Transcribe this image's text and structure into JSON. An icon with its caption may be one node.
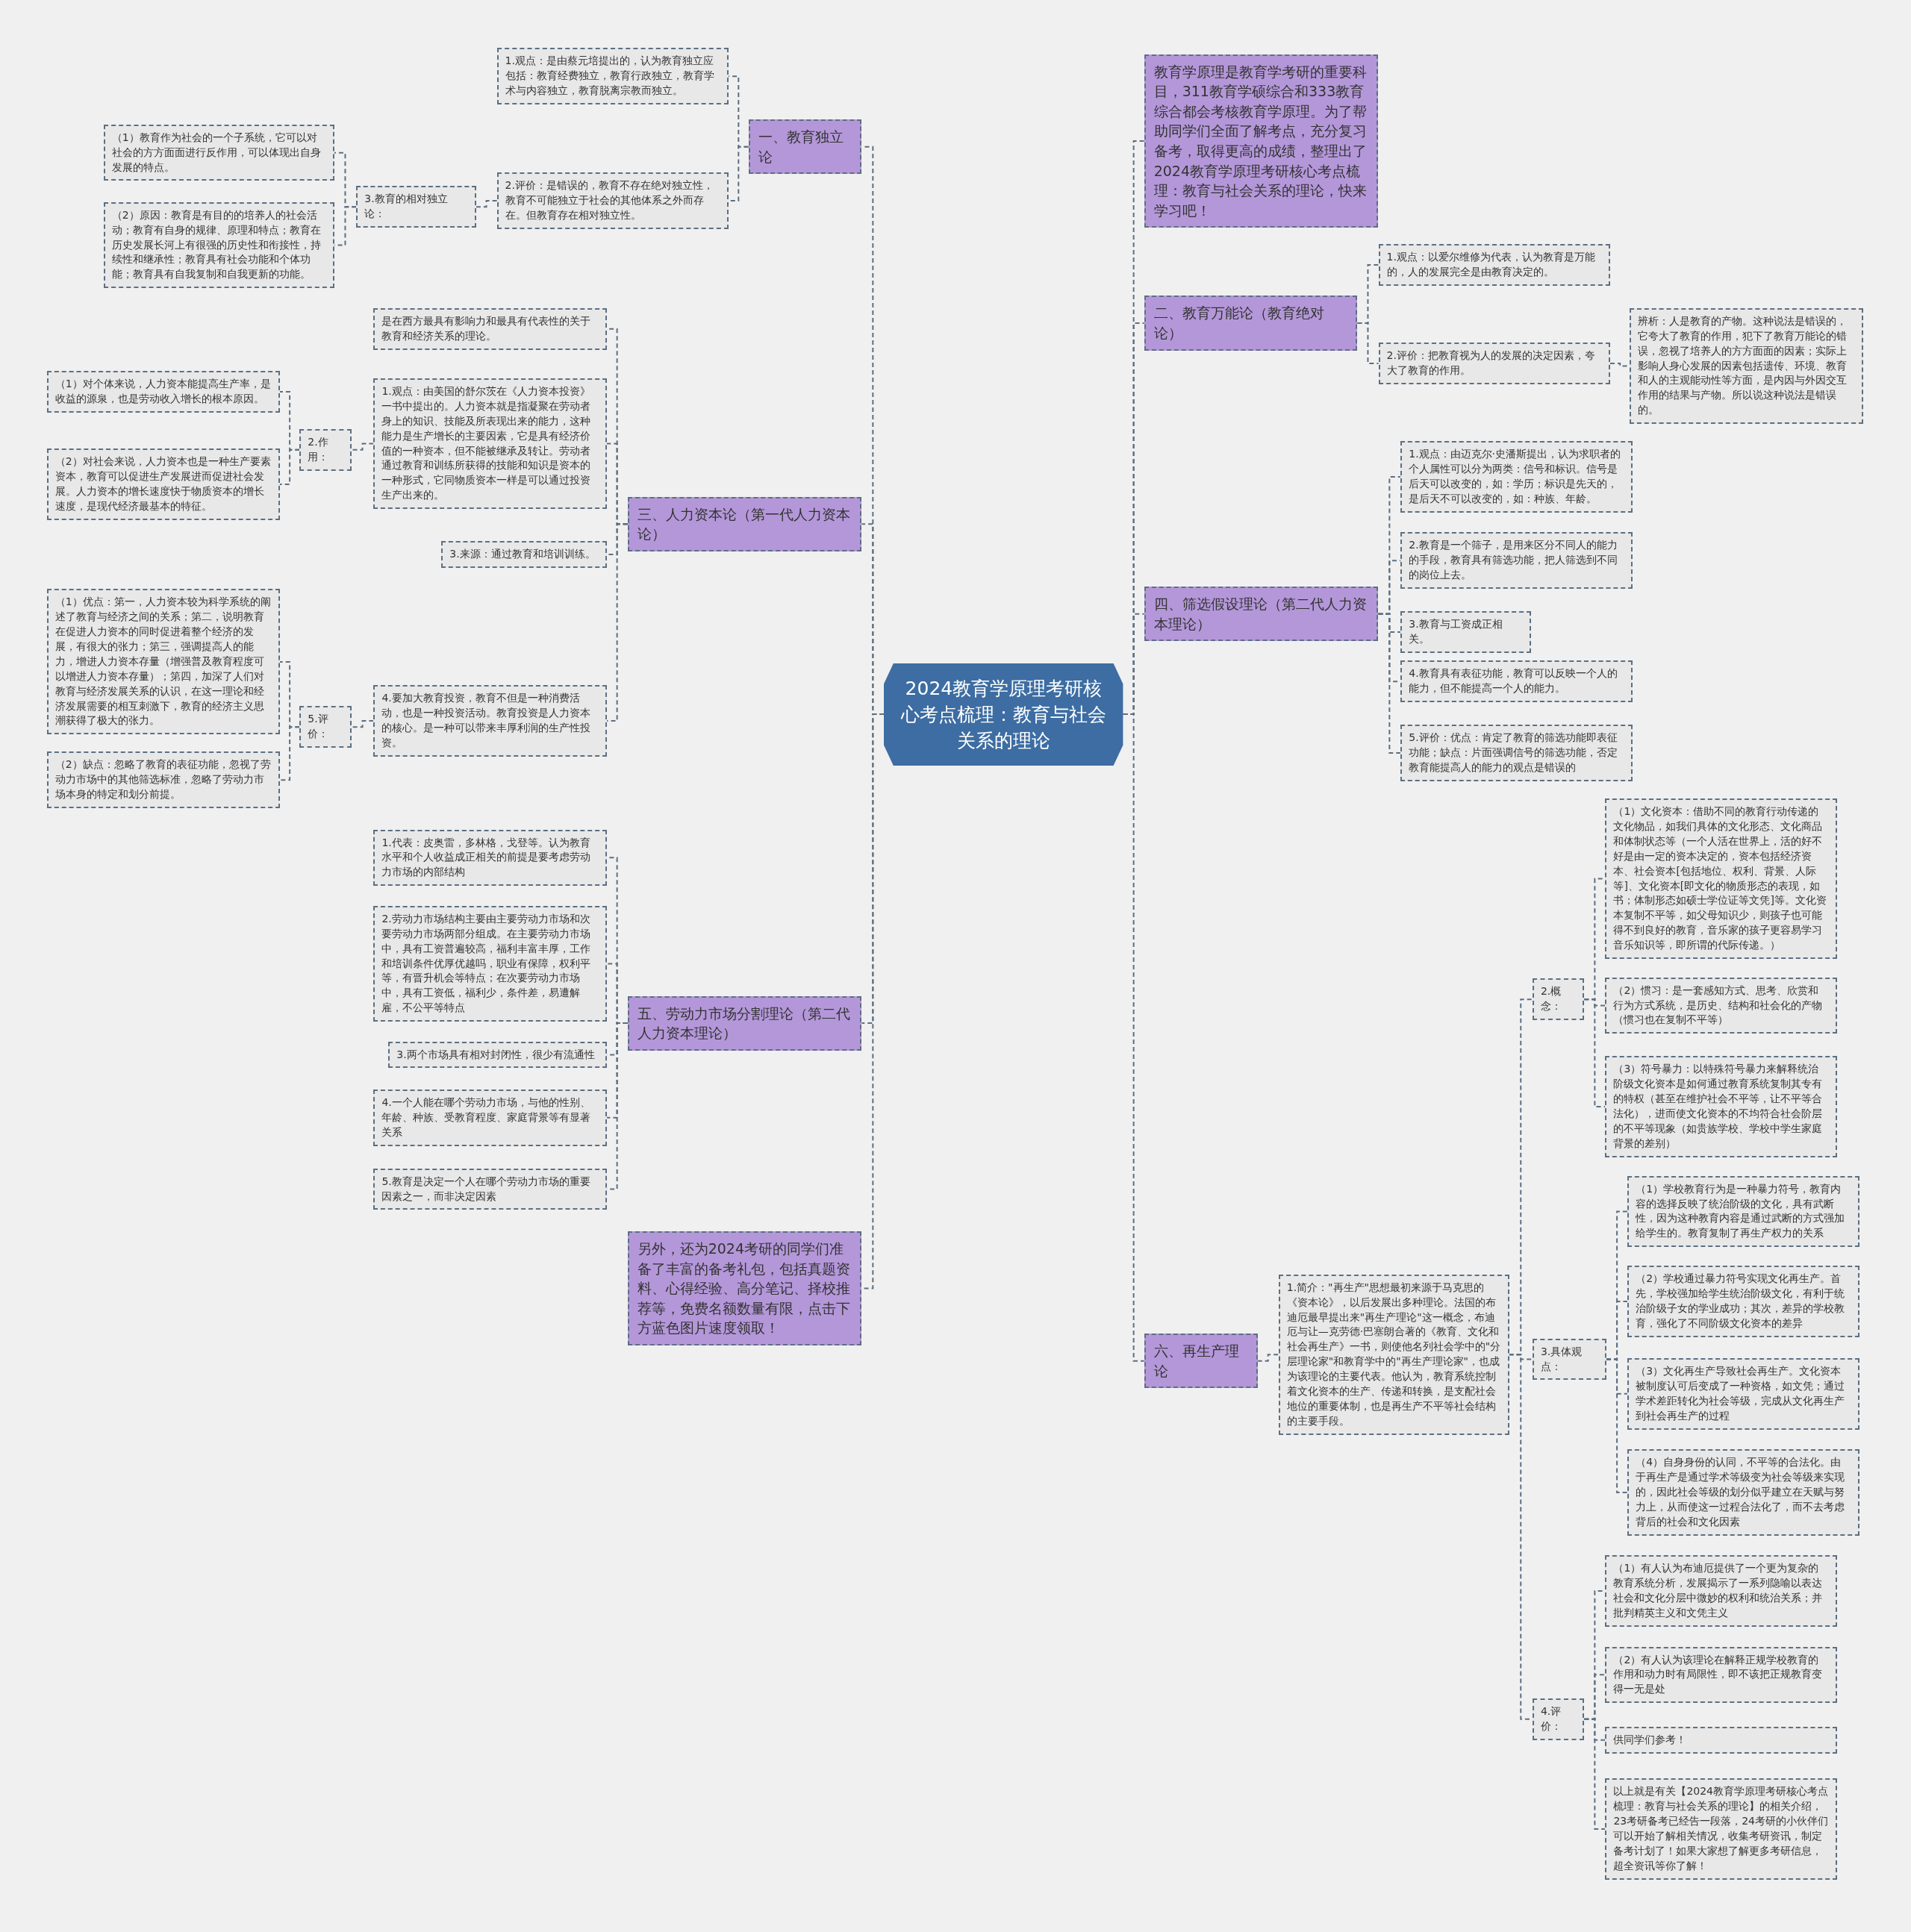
{
  "diagram": {
    "nodes": [
      {
        "text": [
          "2024教育学原理考研核心考点梳理：教育与社会关系的理论"
        ]
      },
      {
        "text": [
          "一、教育独立论"
        ]
      },
      {
        "text": [
          "1.观点：是由蔡元培提出的，认为教育独立应包括：教育经费独立，教育行政独立，教育学术与内容独立，教育脱离宗教而独立。"
        ]
      },
      {
        "text": [
          "2.评价：是错误的，教育不存在绝对独立性，教育不可能独立于社会的其他体系之外而存在。但教育存在相对独立性。"
        ]
      },
      {
        "text": [
          "3.教育的相对独立论："
        ]
      },
      {
        "text": [
          "（1）教育作为社会的一个子系统，它可以对社会的方方面面进行反作用，可以体现出自身发展的特点。"
        ]
      },
      {
        "text": [
          "（2）原因：教育是有目的的培养人的社会活动；教育有自身的规律、原理和特点；教育在历史发展长河上有很强的历史性和衔接性，持续性和继承性；教育具有社会功能和个体功能；教育具有自我复制和自我更新的功能。"
        ]
      },
      {
        "text": [
          "三、人力资本论（第一代人力资本论）"
        ]
      },
      {
        "text": [
          "是在西方最具有影响力和最具有代表性的关于教育和经济关系的理论。"
        ]
      },
      {
        "text": [
          "1.观点：由美国的舒尔茨在《人力资本投资》一书中提出的。人力资本就是指凝聚在劳动者身上的知识、技能及所表现出来的能力，这种能力是生产增长的主要因素，它是具有经济价值的一种资本，但不能被继承及转让。劳动者通过教育和训练所获得的技能和知识是资本的一种形式，它同物质资本一样是可以通过投资生产出来的。"
        ]
      },
      {
        "text": [
          "2.作用："
        ]
      },
      {
        "text": [
          "（1）对个体来说，人力资本能提高生产率，是收益的源泉，也是劳动收入增长的根本原因。"
        ]
      },
      {
        "text": [
          "（2）对社会来说，人力资本也是一种生产要素资本，教育可以促进生产发展进而促进社会发展。人力资本的增长速度快于物质资本的增长速度，是现代经济最基本的特征。"
        ]
      },
      {
        "text": [
          "3.来源：通过教育和培训训练。"
        ]
      },
      {
        "text": [
          "4.要加大教育投资，教育不但是一种消费活动，也是一种投资活动。教育投资是人力资本的核心。是一种可以带来丰厚利润的生产性投资。"
        ]
      },
      {
        "text": [
          "5.评价："
        ]
      },
      {
        "text": [
          "（1）优点：第一，人力资本较为科学系统的阐述了教育与经济之间的关系；第二，说明教育在促进人力资本的同时促进着整个经济的发展，有很大的张力；第三，强调提高人的能力，增进人力资本存量（增强普及教育程度可以增进人力资本存量）；第四，加深了人们对教育与经济发展关系的认识，在这一理论和经济发展需要的相互刺激下，教育的经济主义思潮获得了极大的张力。"
        ]
      },
      {
        "text": [
          "（2）缺点：忽略了教育的表征功能，忽视了劳动力市场中的其他筛选标准，忽略了劳动力市场本身的特定和划分前提。"
        ]
      },
      {
        "text": [
          "五、劳动力市场分割理论（第二代人力资本理论）"
        ]
      },
      {
        "text": [
          "1.代表：皮奥雷，多林格，戈登等。认为教育水平和个人收益成正相关的前提是要考虑劳动力市场的内部结构"
        ]
      },
      {
        "text": [
          "2.劳动力市场结构主要由主要劳动力市场和次要劳动力市场两部分组成。在主要劳动力市场中，具有工资普遍较高，福利丰富丰厚，工作和培训条件优厚优越吗，职业有保障，权利平等，有晋升机会等特点；在次要劳动力市场中，具有工资低，福利少，条件差，易遭解雇，不公平等特点"
        ]
      },
      {
        "text": [
          "3.两个市场具有相对封闭性，很少有流通性"
        ]
      },
      {
        "text": [
          "4.一个人能在哪个劳动力市场，与他的性别、年龄、种族、受教育程度、家庭背景等有显著关系"
        ]
      },
      {
        "text": [
          "5.教育是决定一个人在哪个劳动力市场的重要因素之一，而非决定因素"
        ]
      },
      {
        "text": [
          "另外，还为2024考研的同学们准备了丰富的备考礼包，包括真题资料、心得经验、高分笔记、择校推荐等，免费名额数量有限，点击下方蓝色图片速度领取！"
        ]
      },
      {
        "text": [
          "教育学原理是教育学考研的重要科目，311教育学硕综合和333教育综合都会考核教育学原理。为了帮助同学们全面了解考点，充分复习备考，取得更高的成绩，整理出了2024教育学原理考研核心考点梳理：教育与社会关系的理论，快来学习吧！"
        ]
      },
      {
        "text": [
          "二、教育万能论（教育绝对论）"
        ]
      },
      {
        "text": [
          "1.观点：以爱尔维修为代表，认为教育是万能的，人的发展完全是由教育决定的。"
        ]
      },
      {
        "text": [
          "2.评价：把教育视为人的发展的决定因素，夸大了教育的作用。"
        ]
      },
      {
        "text": [
          "辨析：人是教育的产物。这种说法是错误的，它夸大了教育的作用，犯下了教育万能论的错误，忽视了培养人的方方面面的因素；实际上影响人身心发展的因素包括遗传、环境、教育和人的主观能动性等方面，是内因与外因交互作用的结果与产物。所以说这种说法是错误的。"
        ]
      },
      {
        "text": [
          "四、筛选假设理论（第二代人力资本理论）"
        ]
      },
      {
        "text": [
          "1.观点：由迈克尔·史潘斯提出，认为求职者的个人属性可以分为两类：信号和标识。信号是后天可以改变的，如：学历；标识是先天的，是后天不可以改变的，如：种族、年龄。"
        ]
      },
      {
        "text": [
          "2.教育是一个筛子，是用来区分不同人的能力的手段，教育具有筛选功能，把人筛选到不同的岗位上去。"
        ]
      },
      {
        "text": [
          "3.教育与工资成正相关。"
        ]
      },
      {
        "text": [
          "4.教育具有表征功能，教育可以反映一个人的能力，但不能提高一个人的能力。"
        ]
      },
      {
        "text": [
          "5.评价：优点：肯定了教育的筛选功能即表征功能；缺点：片面强调信号的筛选功能，否定教育能提高人的能力的观点是错误的"
        ]
      },
      {
        "text": [
          "六、再生产理论"
        ]
      },
      {
        "text": [
          "1.简介：\"再生产\"思想最初来源于马克思的《资本论》，以后发展出多种理论。法国的布迪厄最早提出来\"再生产理论\"这一概念，布迪厄与让—克劳德·巴塞朗合著的《教育、文化和社会再生产》一书，则使他名列社会学中的\"分层理论家\"和教育学中的\"再生产理论家\"，也成为该理论的主要代表。他认为，教育系统控制着文化资本的生产、传递和转换，是支配社会地位的重要体制，也是再生产不平等社会结构的主要手段。"
        ]
      },
      {
        "text": [
          "2.概念："
        ]
      },
      {
        "text": [
          "（1）文化资本：借助不同的教育行动传递的文化物品，如我们具体的文化形态、文化商品和体制状态等（一个人活在世界上，活的好不好是由一定的资本决定的，资本包括经济资本、社会资本[包括地位、权利、背景、人际等]、文化资本[即文化的物质形态的表现，如书；体制形态如硕士学位证等文凭]等。文化资本复制不平等，如父母知识少，则孩子也可能得不到良好的教育，音乐家的孩子更容易学习音乐知识等，即所谓的代际传递。）"
        ]
      },
      {
        "text": [
          "（2）惯习：是一套感知方式、思考、欣赏和行为方式系统，是历史、结构和社会化的产物（惯习也在复制不平等）"
        ]
      },
      {
        "text": [
          "（3）符号暴力：以特殊符号暴力来解释统治阶级文化资本是如何通过教育系统复制其专有的特权（甚至在维护社会不平等，让不平等合法化），进而使文化资本的不均符合社会阶层的不平等现象（如贵族学校、学校中学生家庭背景的差别）"
        ]
      },
      {
        "text": [
          "3.具体观点："
        ]
      },
      {
        "text": [
          "（1）学校教育行为是一种暴力符号，教育内容的选择反映了统治阶级的文化，具有武断性，因为这种教育内容是通过武断的方式强加给学生的。教育复制了再生产权力的关系"
        ]
      },
      {
        "text": [
          "（2）学校通过暴力符号实现文化再生产。首先，学校强加给学生统治阶级文化，有利于统治阶级子女的学业成功；其次，差异的学校教育，强化了不同阶级文化资本的差异"
        ]
      },
      {
        "text": [
          "（3）文化再生产导致社会再生产。文化资本被制度认可后变成了一种资格，如文凭；通过学术差距转化为社会等级，完成从文化再生产到社会再生产的过程"
        ]
      },
      {
        "text": [
          "（4）自身身份的认同，不平等的合法化。由于再生产是通过学术等级变为社会等级来实现的，因此社会等级的划分似乎建立在天赋与努力上，从而使这一过程合法化了，而不去考虑背后的社会和文化因素"
        ]
      },
      {
        "text": [
          "4.评价："
        ]
      },
      {
        "text": [
          "（1）有人认为布迪厄提供了一个更为复杂的教育系统分析，发展揭示了一系列隐喻以表达社会和文化分层中微妙的权利和统治关系；并批判精英主义和文凭主义"
        ]
      },
      {
        "text": [
          "（2）有人认为该理论在解释正规学校教育的作用和动力时有局限性，即不该把正规教育变得一无是处"
        ]
      },
      {
        "text": [
          "供同学们参考！"
        ]
      },
      {
        "text": [
          "以上就是有关【2024教育学原理考研核心考点梳理：教育与社会关系的理论】的相关介绍，23考研备考已经告一段落，24考研的小伙伴们可以开始了解相关情况，收集考研资讯，制定备考计划了！如果大家想了解更多考研信息，超全资讯等你了解！"
        ]
      }
    ],
    "edges": [
      {
        "from": 0,
        "to": 1,
        "arrow": "none"
      },
      {
        "from": 1,
        "to": 2,
        "arrow": "none"
      },
      {
        "from": 1,
        "to": 3,
        "arrow": "none"
      },
      {
        "from": 3,
        "to": 4,
        "arrow": "none"
      },
      {
        "from": 4,
        "to": 5,
        "arrow": "none"
      },
      {
        "from": 4,
        "to": 6,
        "arrow": "none"
      },
      {
        "from": 0,
        "to": 7,
        "arrow": "none"
      },
      {
        "from": 7,
        "to": 8,
        "arrow": "none"
      },
      {
        "from": 7,
        "to": 9,
        "arrow": "none"
      },
      {
        "from": 9,
        "to": 10,
        "arrow": "none"
      },
      {
        "from": 10,
        "to": 11,
        "arrow": "none"
      },
      {
        "from": 10,
        "to": 12,
        "arrow": "none"
      },
      {
        "from": 7,
        "to": 13,
        "arrow": "none"
      },
      {
        "from": 7,
        "to": 14,
        "arrow": "none"
      },
      {
        "from": 14,
        "to": 15,
        "arrow": "none"
      },
      {
        "from": 15,
        "to": 16,
        "arrow": "none"
      },
      {
        "from": 15,
        "to": 17,
        "arrow": "none"
      },
      {
        "from": 0,
        "to": 18,
        "arrow": "none"
      },
      {
        "from": 18,
        "to": 19,
        "arrow": "none"
      },
      {
        "from": 18,
        "to": 20,
        "arrow": "none"
      },
      {
        "from": 18,
        "to": 21,
        "arrow": "none"
      },
      {
        "from": 18,
        "to": 22,
        "arrow": "none"
      },
      {
        "from": 18,
        "to": 23,
        "arrow": "none"
      },
      {
        "from": 0,
        "to": 24,
        "arrow": "none"
      },
      {
        "from": 0,
        "to": 25,
        "arrow": "none"
      },
      {
        "from": 0,
        "to": 26,
        "arrow": "none"
      },
      {
        "from": 26,
        "to": 27,
        "arrow": "none"
      },
      {
        "from": 26,
        "to": 28,
        "arrow": "none"
      },
      {
        "from": 28,
        "to": 29,
        "arrow": "none"
      },
      {
        "from": 0,
        "to": 30,
        "arrow": "none"
      },
      {
        "from": 30,
        "to": 31,
        "arrow": "none"
      },
      {
        "from": 30,
        "to": 32,
        "arrow": "none"
      },
      {
        "from": 30,
        "to": 33,
        "arrow": "none"
      },
      {
        "from": 30,
        "to": 34,
        "arrow": "none"
      },
      {
        "from": 30,
        "to": 35,
        "arrow": "none"
      },
      {
        "from": 0,
        "to": 36,
        "arrow": "none"
      },
      {
        "from": 36,
        "to": 37,
        "arrow": "none"
      },
      {
        "from": 37,
        "to": 38,
        "arrow": "none"
      },
      {
        "from": 38,
        "to": 39,
        "arrow": "none"
      },
      {
        "from": 38,
        "to": 40,
        "arrow": "none"
      },
      {
        "from": 38,
        "to": 41,
        "arrow": "none"
      },
      {
        "from": 37,
        "to": 42,
        "arrow": "none"
      },
      {
        "from": 42,
        "to": 43,
        "arrow": "none"
      },
      {
        "from": 42,
        "to": 44,
        "arrow": "none"
      },
      {
        "from": 42,
        "to": 45,
        "arrow": "none"
      },
      {
        "from": 42,
        "to": 46,
        "arrow": "none"
      },
      {
        "from": 37,
        "to": 47,
        "arrow": "none"
      },
      {
        "from": 47,
        "to": 48,
        "arrow": "none"
      },
      {
        "from": 47,
        "to": 49,
        "arrow": "none"
      },
      {
        "from": 47,
        "to": 50,
        "arrow": "none"
      },
      {
        "from": 47,
        "to": 51,
        "arrow": "none"
      }
    ]
  }
}
